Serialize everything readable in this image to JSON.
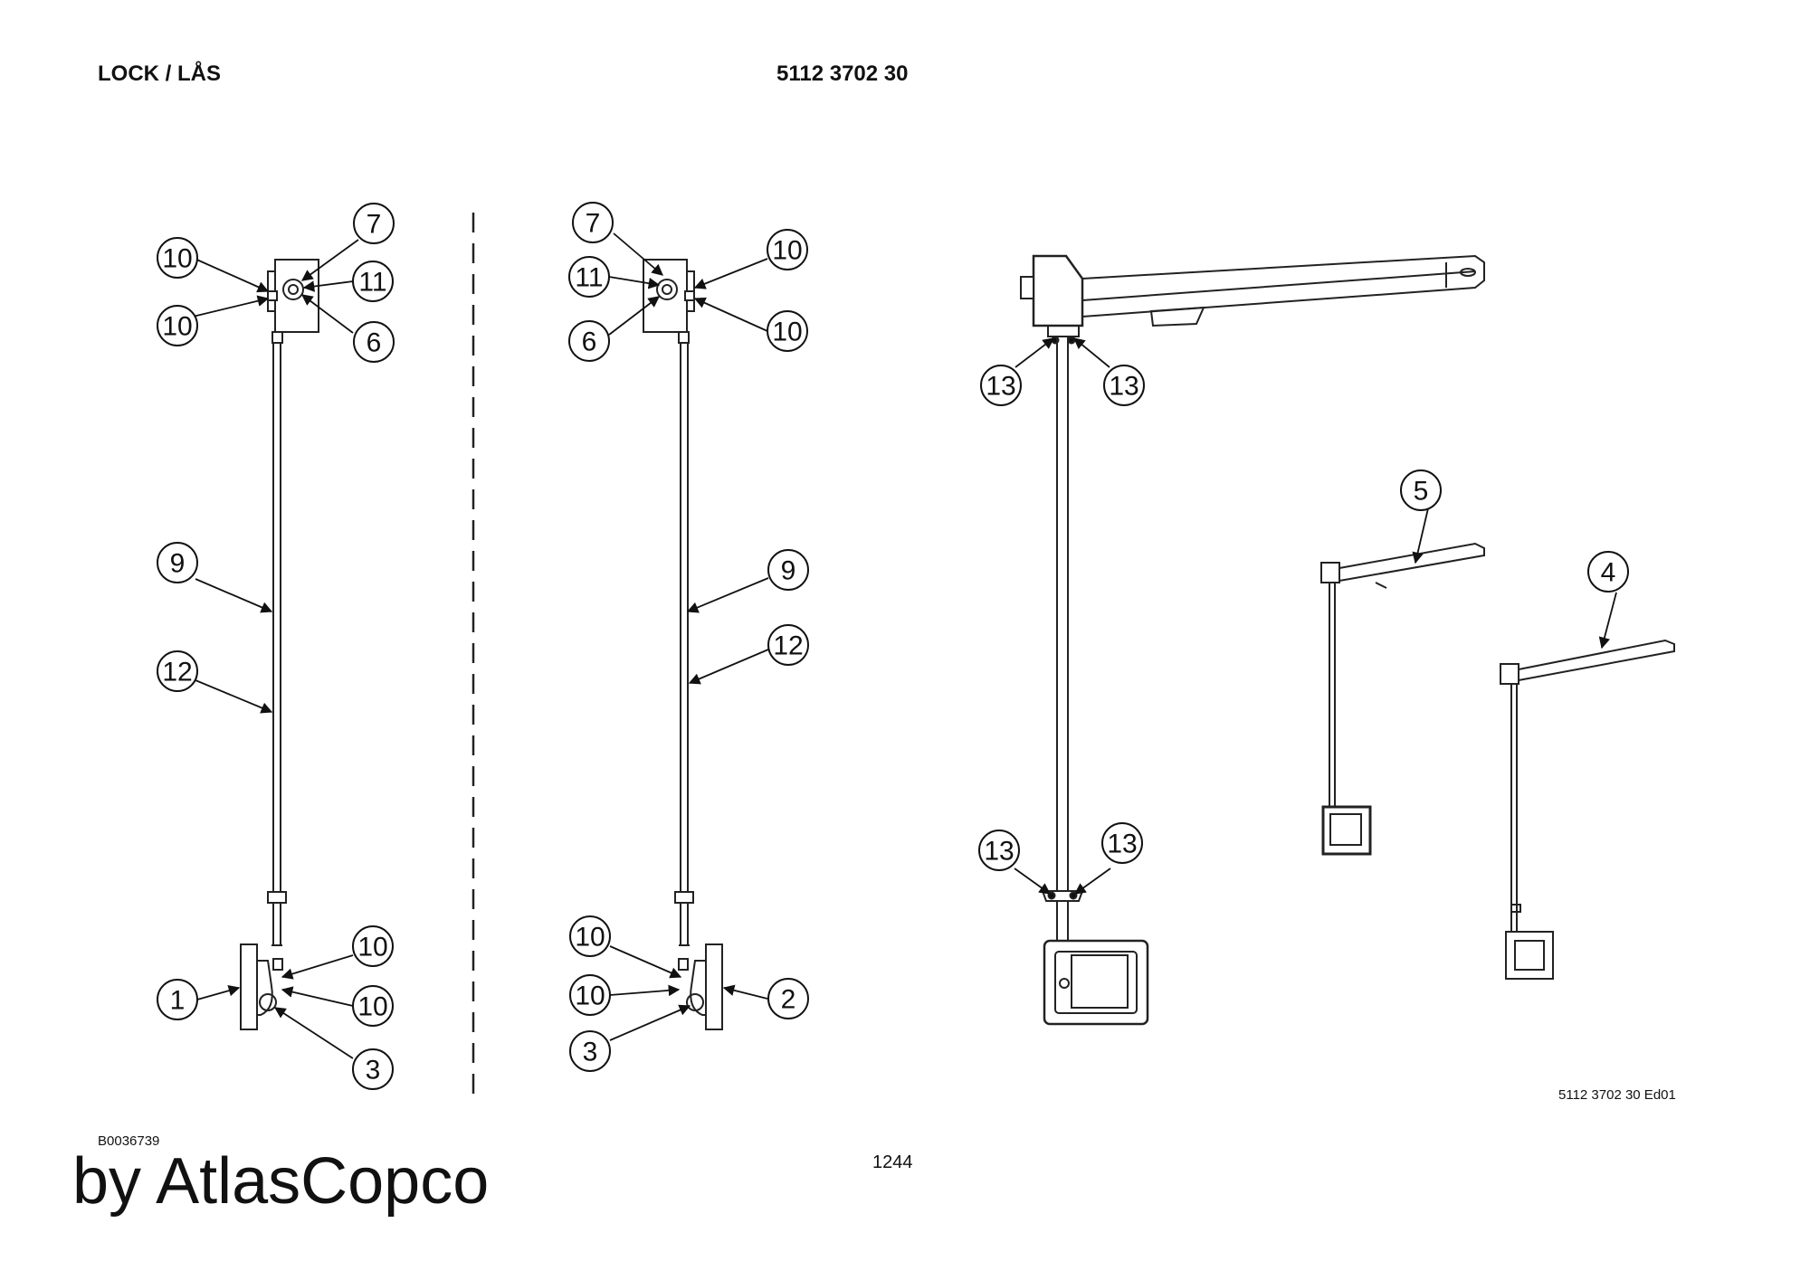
{
  "header": {
    "title": "LOCK / LÅS",
    "part_number": "5112 3702 30"
  },
  "callouts": {
    "a1": "10",
    "a2": "7",
    "a3": "11",
    "a4": "10",
    "a5": "6",
    "a6": "9",
    "a7": "12",
    "a8": "10",
    "a9": "1",
    "a10": "10",
    "a11": "3",
    "b1": "7",
    "b2": "10",
    "b3": "11",
    "b4": "6",
    "b5": "10",
    "b6": "9",
    "b7": "12",
    "b8": "10",
    "b9": "10",
    "b10": "2",
    "b11": "3",
    "c1": "13",
    "c2": "13",
    "c3": "13",
    "c4": "13",
    "d1": "5",
    "d2": "4"
  },
  "footer": {
    "edition": "5112 3702 30 Ed01",
    "image_id": "B0036739",
    "page_number": "1244",
    "brand": "by AtlasCopco"
  }
}
